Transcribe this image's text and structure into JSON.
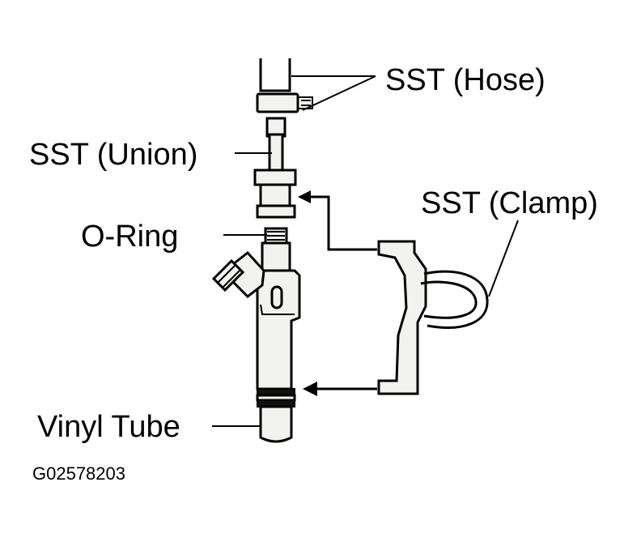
{
  "labels": {
    "sst_hose": "SST (Hose)",
    "sst_union": "SST (Union)",
    "sst_clamp": "SST (Clamp)",
    "o_ring": "O-Ring",
    "vinyl_tube": "Vinyl Tube",
    "figure_code": "G02578203"
  },
  "colors": {
    "line": "#000000",
    "background": "#ffffff"
  }
}
